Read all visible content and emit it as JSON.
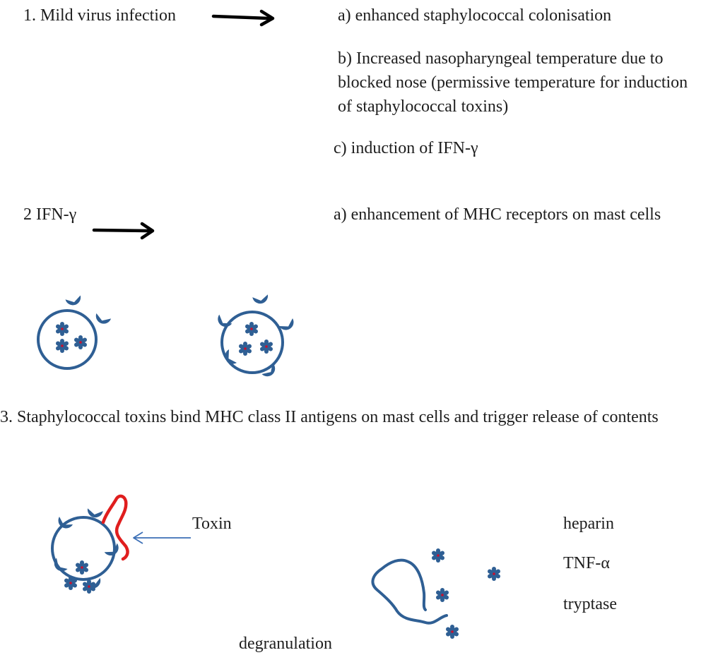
{
  "step1": {
    "label": "1.  Mild virus infection",
    "effects": [
      "a) enhanced staphylococcal colonisation",
      "b) Increased nasopharyngeal temperature due to blocked nose (permissive temperature for induction of staphylococcal toxins)",
      "c) induction of IFN-γ"
    ]
  },
  "step2": {
    "label": "2   IFN-γ",
    "effects": [
      "a) enhancement of MHC receptors on mast cells"
    ]
  },
  "step3": {
    "label": "3.  Staphylococcal toxins bind MHC class II antigens on mast cells and trigger release of contents",
    "toxin_label": "Toxin",
    "process_label": "degranulation",
    "released": [
      "heparin",
      "TNF-α",
      "tryptase"
    ]
  },
  "colors": {
    "cell": "#2f5f94",
    "toxin": "#e01e1e",
    "granule_core": "#c8102e",
    "pointer_arrow": "#3b6fb6",
    "process_arrow": "#000000"
  }
}
